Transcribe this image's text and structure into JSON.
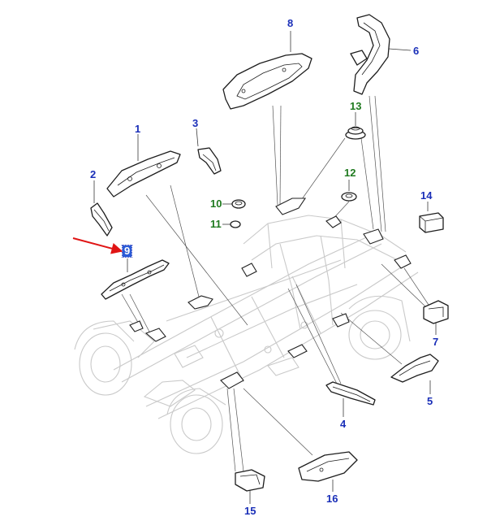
{
  "callouts": {
    "c1": "1",
    "c2": "2",
    "c3": "3",
    "c4": "4",
    "c5": "5",
    "c6": "6",
    "c7": "7",
    "c8": "8",
    "c9": "9",
    "c10": "10",
    "c11": "11",
    "c12": "12",
    "c13": "13",
    "c14": "14",
    "c15": "15",
    "c16": "16"
  },
  "colors": {
    "callout_blue": "#1a2fb8",
    "callout_green": "#1f7a1f",
    "arrow_red": "#e01414",
    "selected_highlight": "#2b5bd6"
  }
}
